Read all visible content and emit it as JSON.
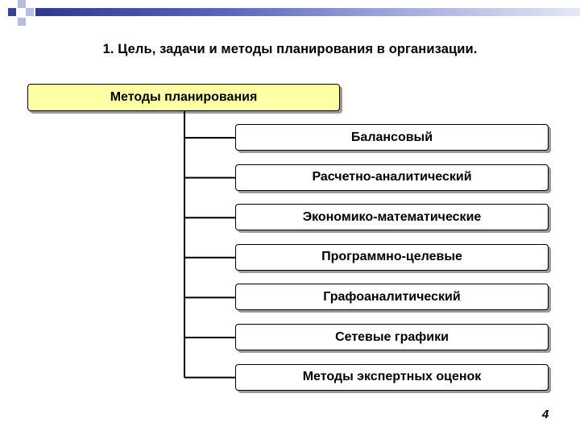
{
  "title": "1. Цель, задачи и методы планирования в организации.",
  "root": "Методы планирования",
  "items": [
    "Балансовый",
    "Расчетно-аналитический",
    "Экономико-математические",
    "Программно-целевые",
    "Графоаналитический",
    "Сетевые графики",
    "Методы экспертных оценок"
  ],
  "page_number": "4",
  "colors": {
    "root_fill": "#ffffa6",
    "band_dark": "#2f3a8f",
    "band_light": "#e6e8f5",
    "square_dark": "#3a438f",
    "square_light": "#b7bde0"
  }
}
